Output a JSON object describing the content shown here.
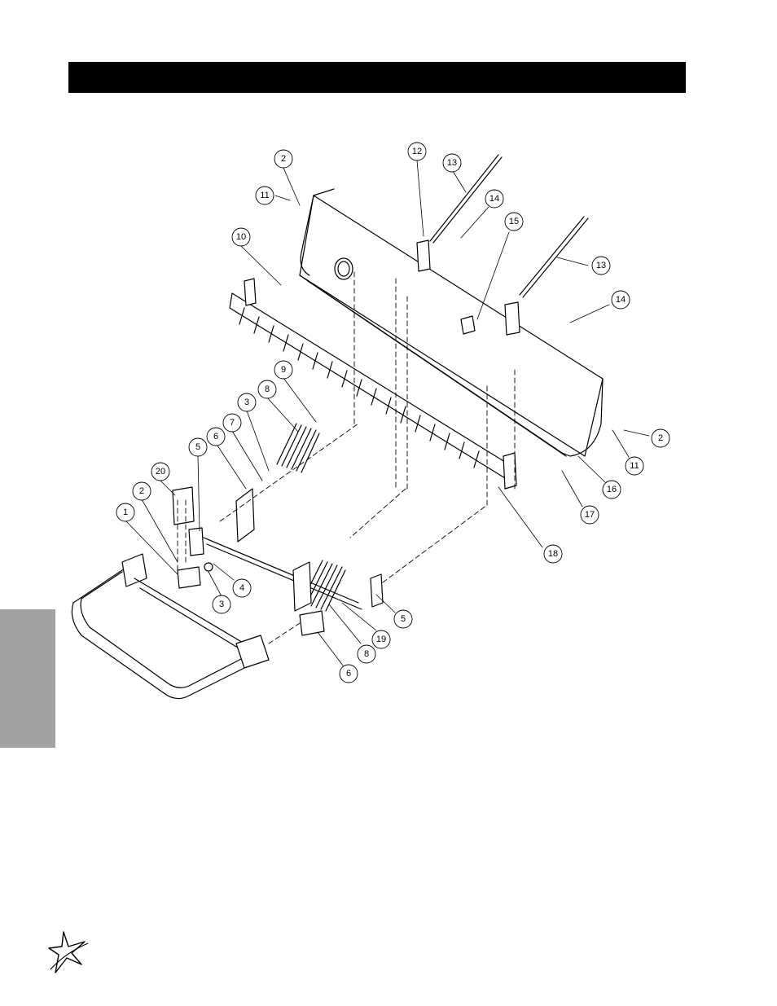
{
  "colors": {
    "header_bar": "#000000",
    "side_tab": "#a3a3a3",
    "line": "#000000"
  },
  "icons": {
    "logo": "star-swoosh-logo"
  },
  "callouts": [
    {
      "n": "1"
    },
    {
      "n": "2"
    },
    {
      "n": "3"
    },
    {
      "n": "3"
    },
    {
      "n": "4"
    },
    {
      "n": "5"
    },
    {
      "n": "5"
    },
    {
      "n": "6"
    },
    {
      "n": "6"
    },
    {
      "n": "7"
    },
    {
      "n": "8"
    },
    {
      "n": "8"
    },
    {
      "n": "9"
    },
    {
      "n": "10"
    },
    {
      "n": "11"
    },
    {
      "n": "11"
    },
    {
      "n": "12"
    },
    {
      "n": "13"
    },
    {
      "n": "13"
    },
    {
      "n": "14"
    },
    {
      "n": "14"
    },
    {
      "n": "15"
    },
    {
      "n": "16"
    },
    {
      "n": "17"
    },
    {
      "n": "18"
    },
    {
      "n": "19"
    },
    {
      "n": "20"
    },
    {
      "n": "2"
    },
    {
      "n": "2"
    }
  ]
}
